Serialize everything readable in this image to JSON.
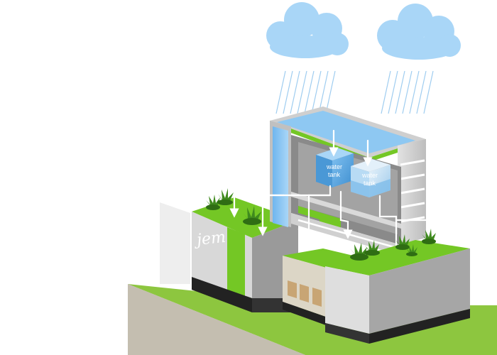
{
  "diagram": {
    "colors": {
      "grass": "#74c725",
      "grass_dark": "#5aa61a",
      "water": "#8ec8f2",
      "cloud": "#a9d6f7",
      "rain": "#9fcdf0",
      "building_gray": "#c8c8c8",
      "building_dark": "#8a8a8a",
      "soil_face": "#c9c4b8",
      "base_black": "#222222",
      "wood": "#c8a574"
    },
    "clouds": [
      {
        "name": "left-cloud",
        "icon": "cloud-icon"
      },
      {
        "name": "right-cloud",
        "icon": "cloud-icon"
      }
    ],
    "tanks": [
      {
        "name": "upper-water-tank",
        "label_line1": "water",
        "label_line2": "tank"
      },
      {
        "name": "lower-water-tank",
        "label_line1": "water",
        "label_line2": "tank"
      }
    ],
    "logo": {
      "text": "jem"
    }
  }
}
